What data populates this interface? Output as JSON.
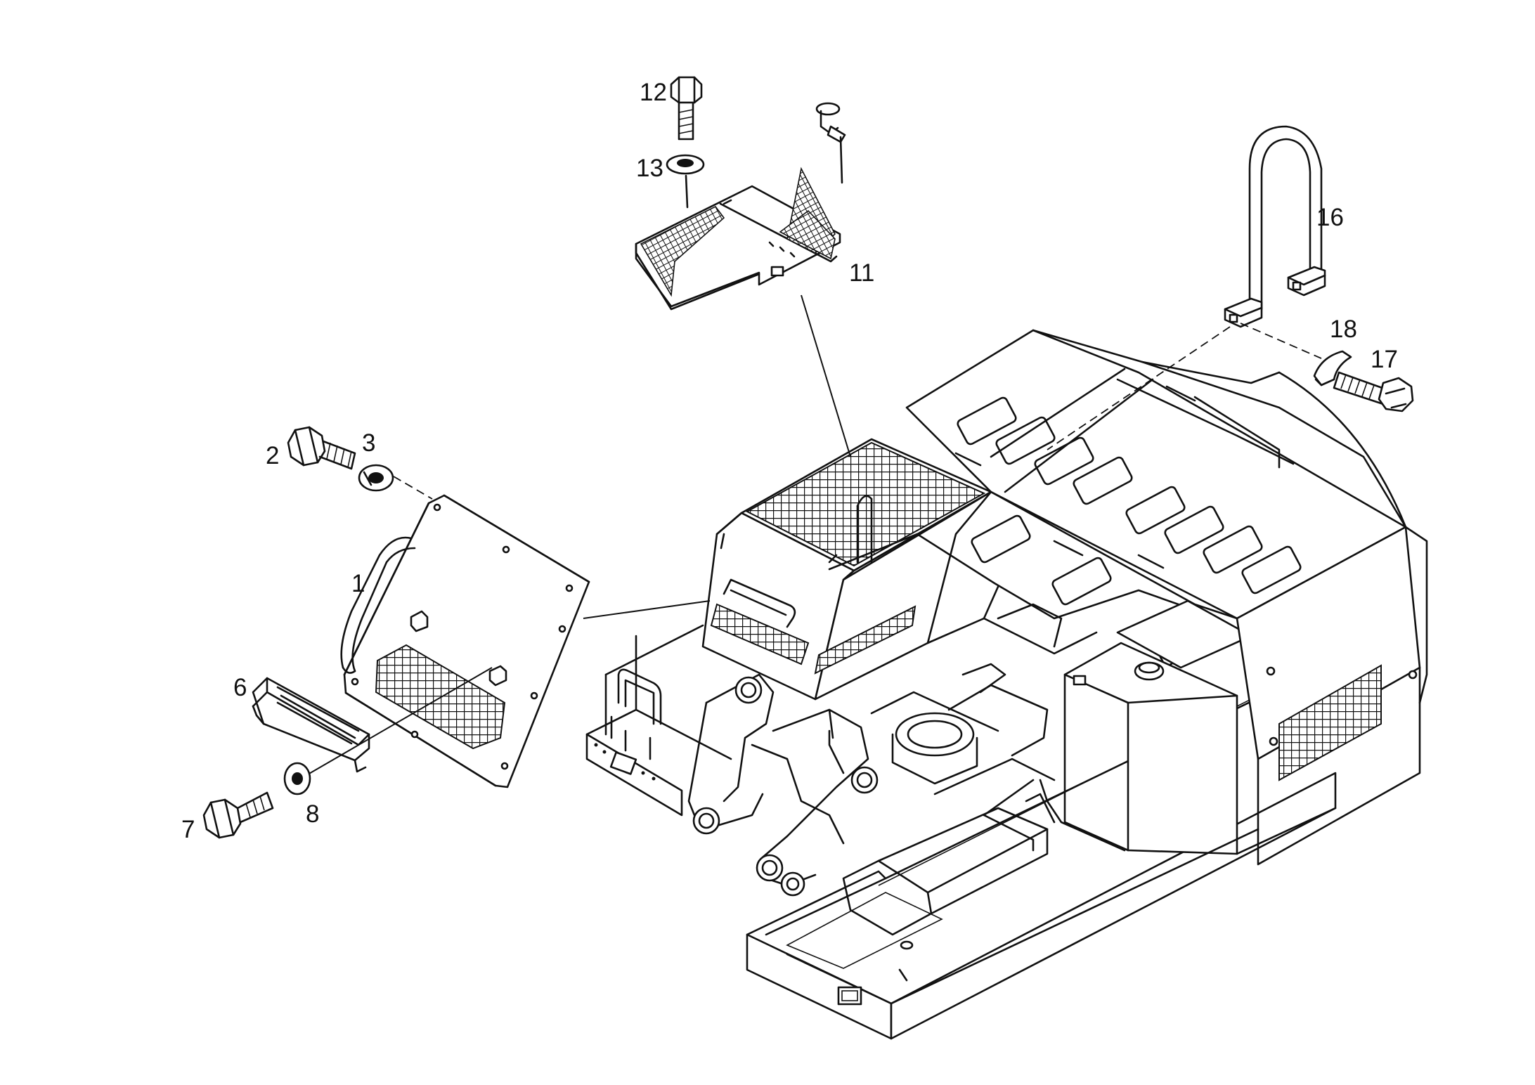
{
  "parts": {
    "p1": "1",
    "p2": "2",
    "p3": "3",
    "p6": "6",
    "p7": "7",
    "p8": "8",
    "p11": "11",
    "p12": "12",
    "p13": "13",
    "p16": "16",
    "p17": "17",
    "p18": "18"
  }
}
